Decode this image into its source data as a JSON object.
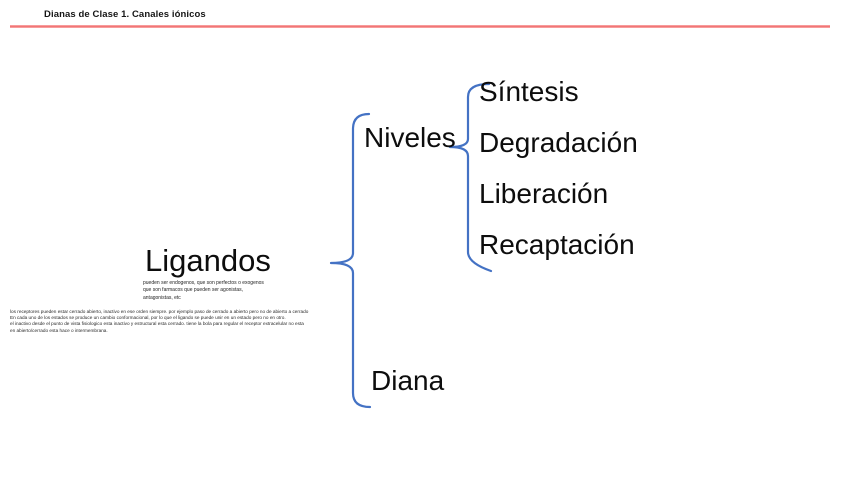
{
  "window": {
    "title": "Dianas de Clase 1.  Canales iónicos"
  },
  "colors": {
    "header_rule": "#ef6a6a",
    "brace_blue": "#4472c4",
    "text": "#111111",
    "background": "#ffffff"
  },
  "diagram": {
    "root": {
      "label": "Ligandos",
      "note_lines": [
        "pueden ser endogenos, que son perfectos o exogenos",
        "que son farmacos que pueden ser agonistas,",
        "antagonistas, etc"
      ]
    },
    "annotation_lines": [
      "los receptores pueden estar cerrado abierto, inactivo en ese orden siempre.  por ejemplo paso de cerrado a abierto pero no de abierto a cerrado",
      "En cada uno de los estados se produce un cambio conformacional, por lo que el ligando se puede unir en un estado pero no en otro.",
      "el inactivo desde el punto de vista fisiologico esta inactivo y estructural esta cerrado.  tiene la bola para regular el receptor extracelular no esta",
      "en abierto/cerrado esta hace o intermembrana."
    ],
    "branches": {
      "niveles": {
        "label": "Niveles",
        "items": [
          "Síntesis",
          "Degradación",
          "Liberación",
          "Recaptación"
        ]
      },
      "diana": {
        "label": "Diana"
      }
    }
  }
}
